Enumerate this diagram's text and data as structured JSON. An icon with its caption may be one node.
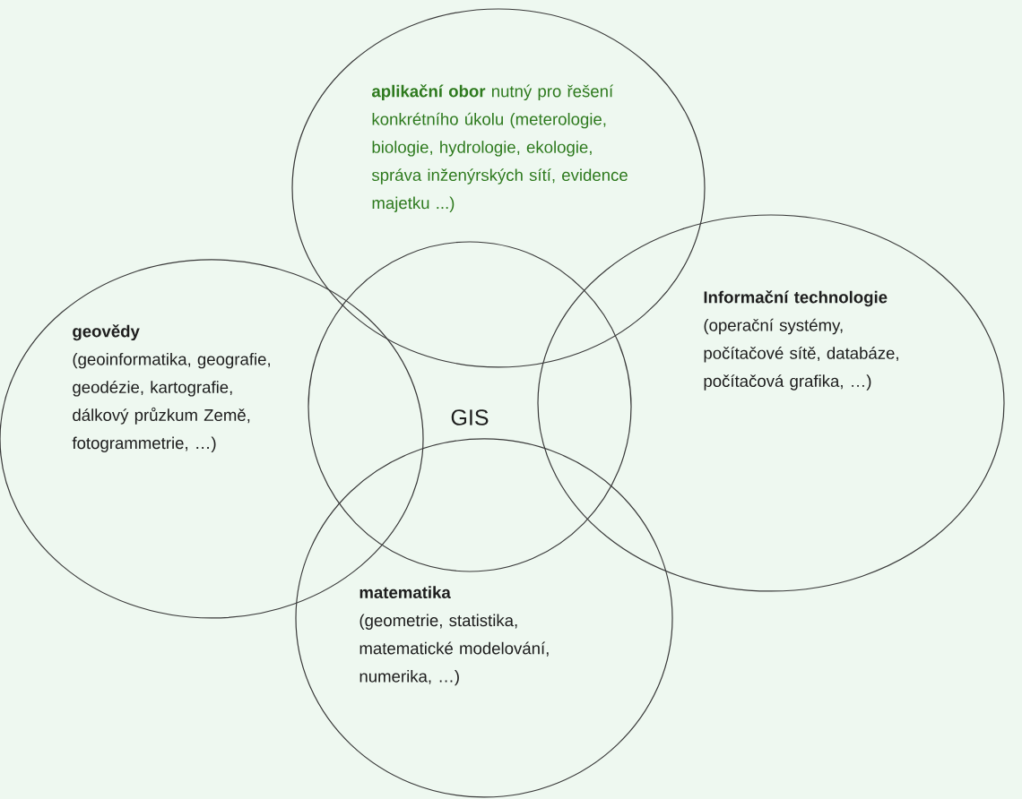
{
  "diagram": {
    "nodes": [
      {
        "text": [
          "**aplikační obor** nutný pro řešení konkrétního úkolu (meterologie, biologie, hydrologie, ekologie, správa inženýrských sítí, evidence majetku ...)"
        ]
      },
      {
        "text": [
          "geovědy",
          "(geoinformatika, geografie, geodézie, kartografie, dálkový průzkum Země, fotogrammetrie, …)"
        ]
      },
      {
        "text": [
          "GIS"
        ]
      },
      {
        "text": [
          "**Informační technologie** (operační systémy, počítačové sítě, databáze, počítačová grafika, …)"
        ]
      },
      {
        "text": [
          "matematika",
          "(geometrie, statistika, matematické modelování, numerika, …)"
        ]
      }
    ]
  }
}
